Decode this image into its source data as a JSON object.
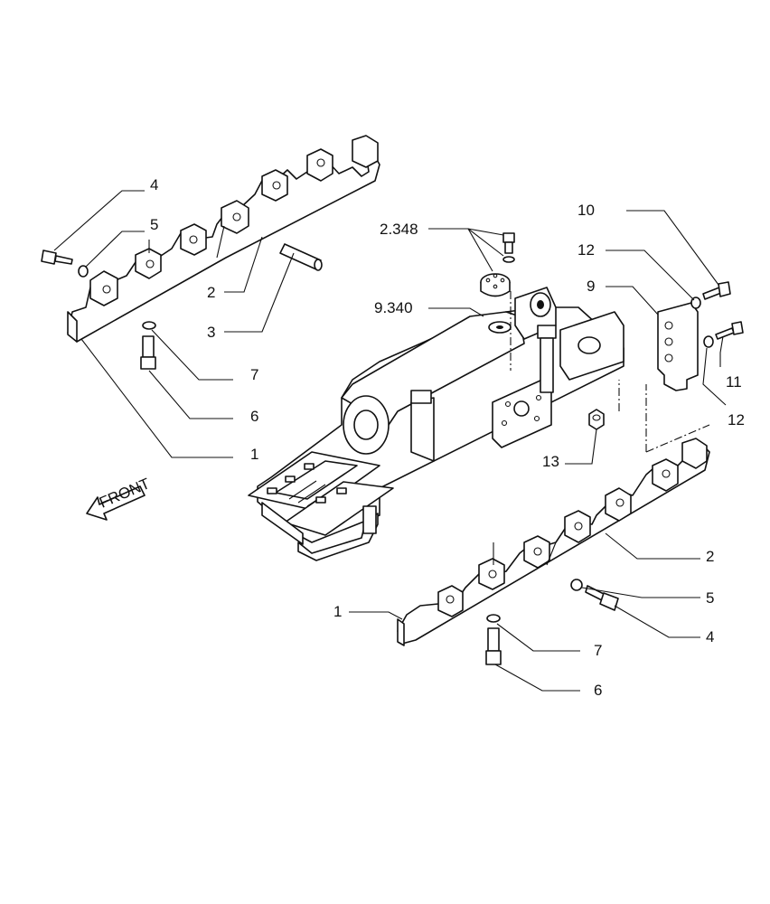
{
  "callouts": {
    "top_4": "4",
    "top_5": "5",
    "top_2": "2",
    "top_3": "3",
    "top_7": "7",
    "top_6": "6",
    "top_1": "1",
    "ref_2348": "2.348",
    "ref_9340": "9.340",
    "right_10": "10",
    "right_12a": "12",
    "right_9": "9",
    "right_11": "11",
    "right_12b": "12",
    "right_13": "13",
    "bot_2": "2",
    "bot_5": "5",
    "bot_4": "4",
    "bot_1": "1",
    "bot_7": "7",
    "bot_6": "6"
  },
  "front_arrow_label": "FRONT"
}
